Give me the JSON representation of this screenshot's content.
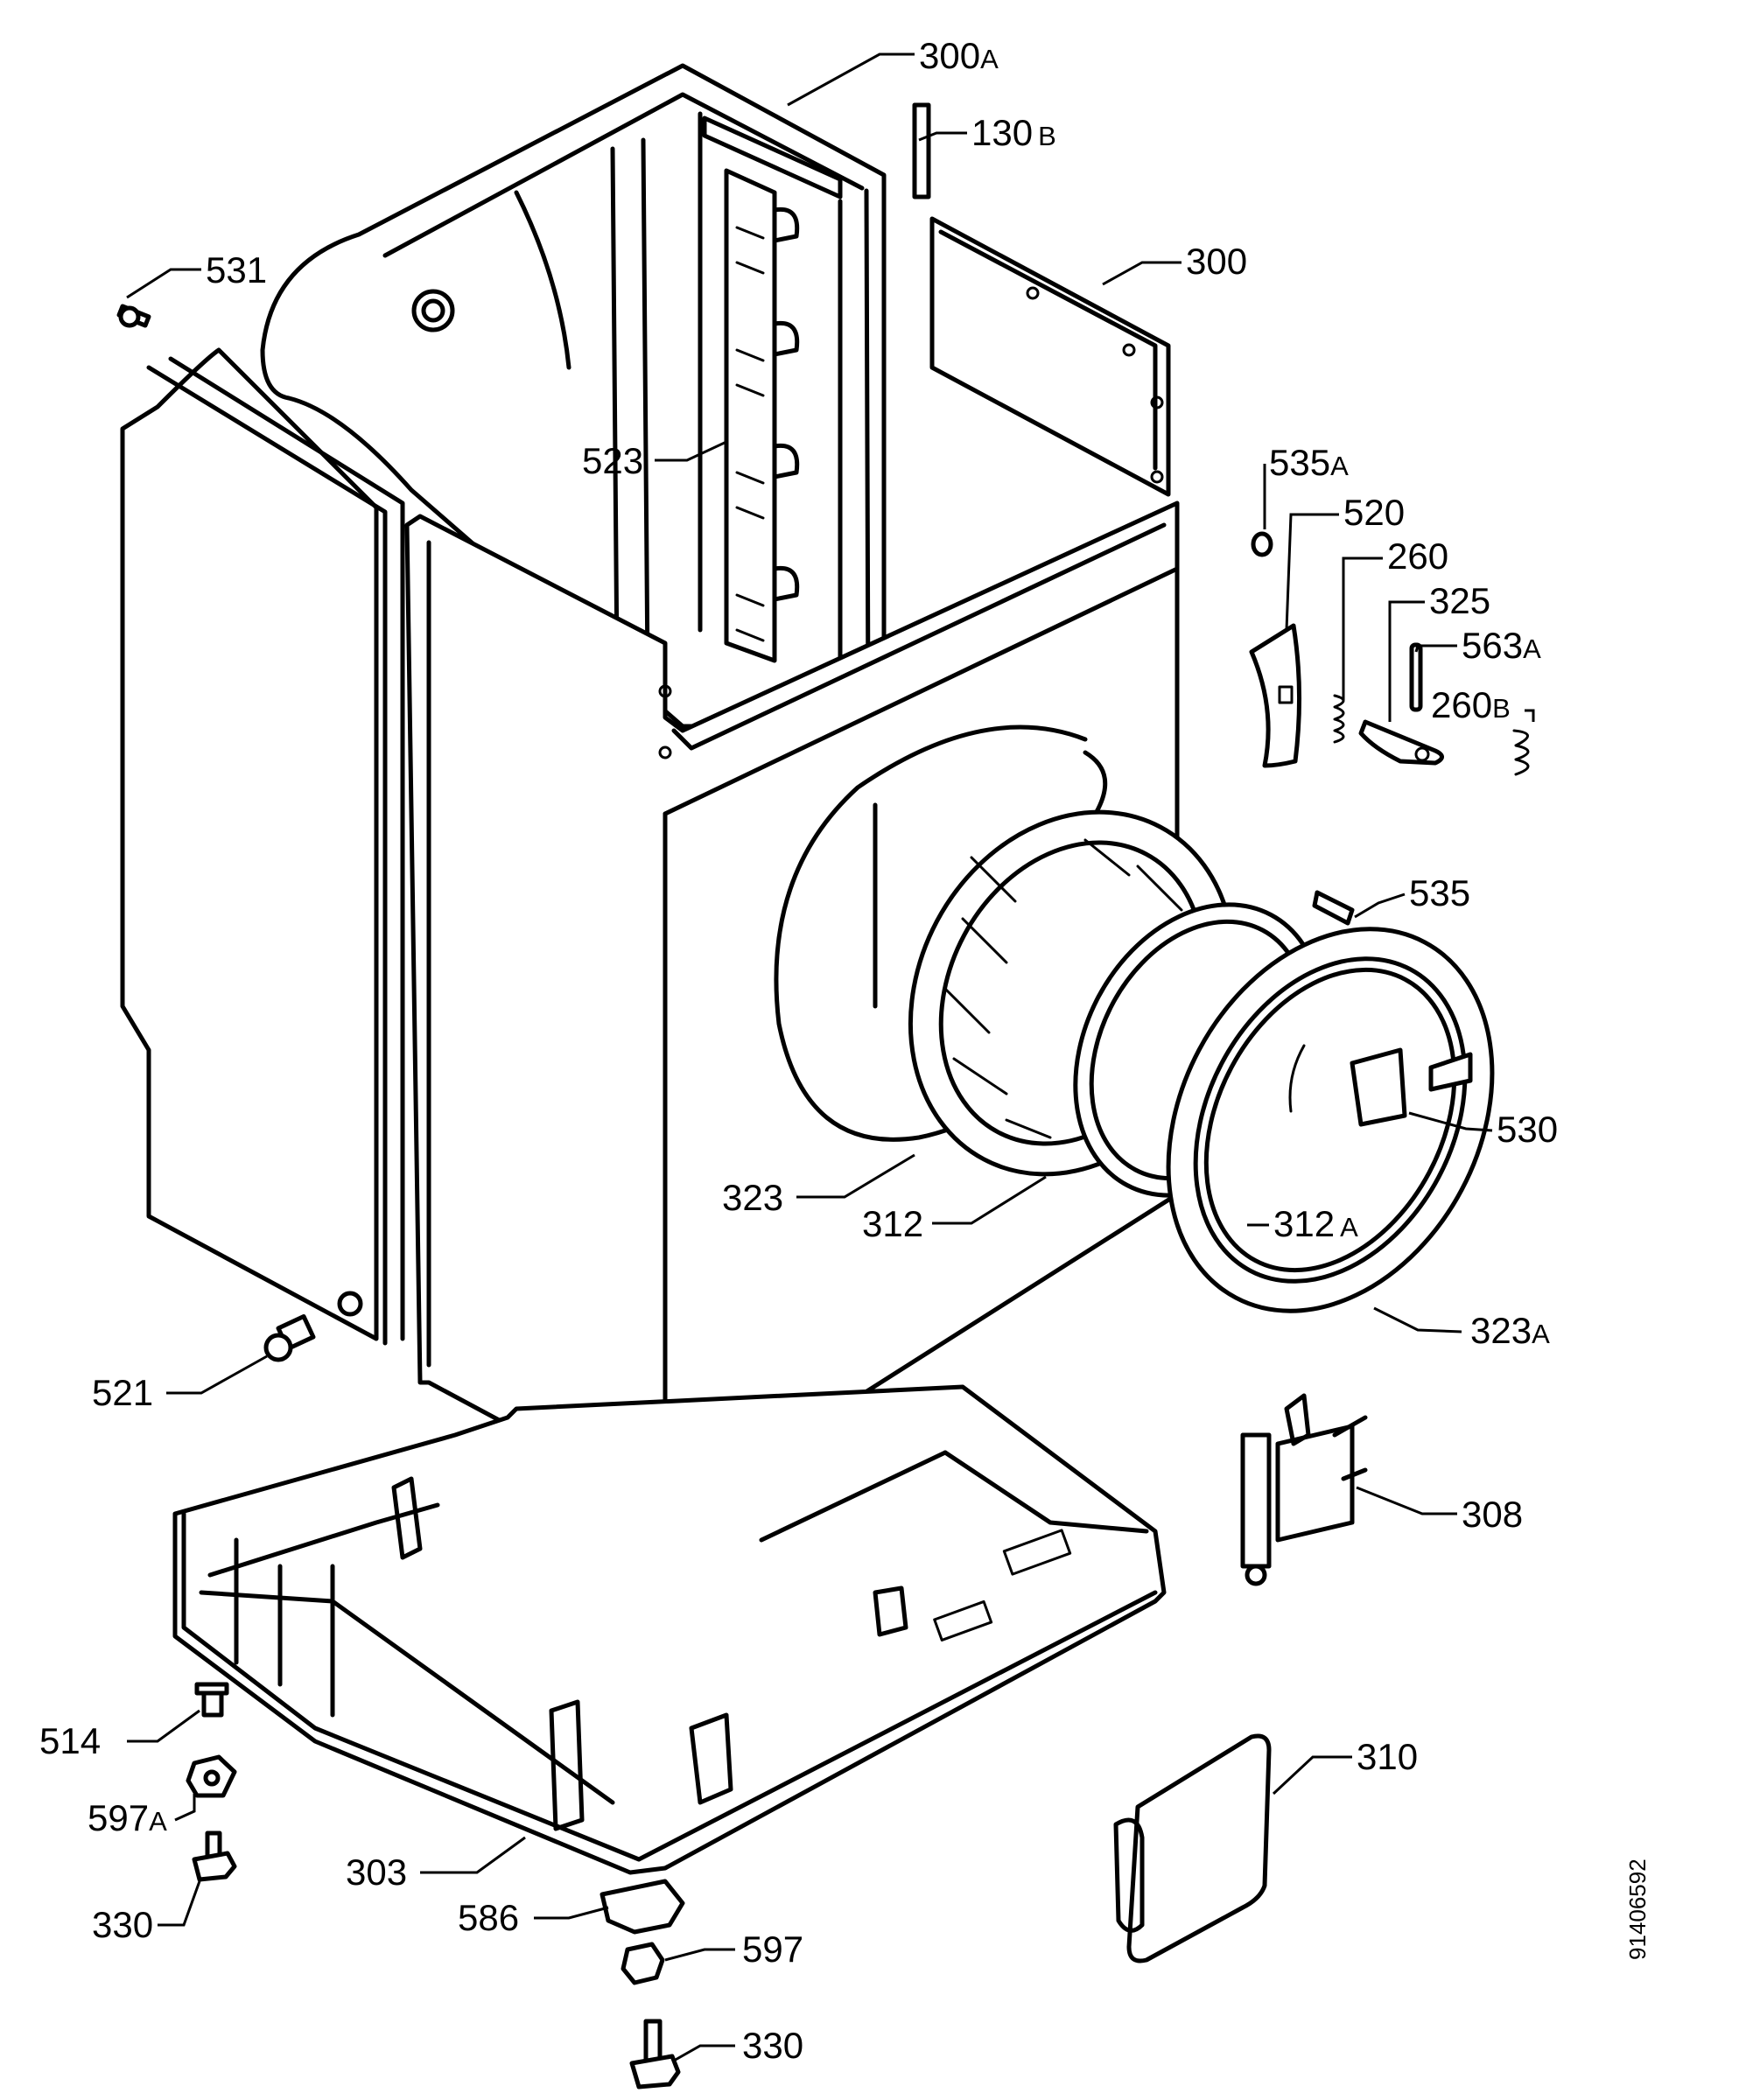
{
  "diagram": {
    "reference_code": "91406592",
    "labels": [
      {
        "id": "300A",
        "num": "300",
        "suffix": "A"
      },
      {
        "id": "130B",
        "num": "130",
        "suffix": "B"
      },
      {
        "id": "300",
        "num": "300",
        "suffix": ""
      },
      {
        "id": "531",
        "num": "531",
        "suffix": ""
      },
      {
        "id": "523",
        "num": "523",
        "suffix": ""
      },
      {
        "id": "535A",
        "num": "535",
        "suffix": "A"
      },
      {
        "id": "520",
        "num": "520",
        "suffix": ""
      },
      {
        "id": "260",
        "num": "260",
        "suffix": ""
      },
      {
        "id": "325",
        "num": "325",
        "suffix": ""
      },
      {
        "id": "563A",
        "num": "563",
        "suffix": "A"
      },
      {
        "id": "260B",
        "num": "260",
        "suffix": "B"
      },
      {
        "id": "535",
        "num": "535",
        "suffix": ""
      },
      {
        "id": "530",
        "num": "530",
        "suffix": ""
      },
      {
        "id": "323",
        "num": "323",
        "suffix": ""
      },
      {
        "id": "312",
        "num": "312",
        "suffix": ""
      },
      {
        "id": "312A",
        "num": "312",
        "suffix": "A"
      },
      {
        "id": "323A",
        "num": "323",
        "suffix": "A"
      },
      {
        "id": "521",
        "num": "521",
        "suffix": ""
      },
      {
        "id": "308",
        "num": "308",
        "suffix": ""
      },
      {
        "id": "514",
        "num": "514",
        "suffix": ""
      },
      {
        "id": "597A",
        "num": "597",
        "suffix": "A"
      },
      {
        "id": "310",
        "num": "310",
        "suffix": ""
      },
      {
        "id": "303",
        "num": "303",
        "suffix": ""
      },
      {
        "id": "330",
        "num": "330",
        "suffix": ""
      },
      {
        "id": "586",
        "num": "586",
        "suffix": ""
      },
      {
        "id": "597",
        "num": "597",
        "suffix": ""
      },
      {
        "id": "330b",
        "num": "330",
        "suffix": ""
      }
    ]
  }
}
